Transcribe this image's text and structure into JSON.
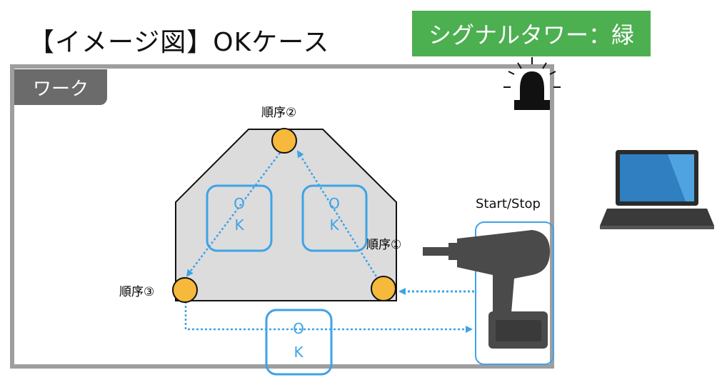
{
  "title": "【イメージ図】OKケース",
  "signal_tower": {
    "label": "シグナルタワー：緑",
    "color": "#4caf50"
  },
  "work": {
    "tag": "ワーク"
  },
  "points": [
    {
      "label": "順序②"
    },
    {
      "label": "順序①"
    },
    {
      "label": "順序③"
    }
  ],
  "ok_boxes": [
    {
      "line1": "O",
      "line2": "K"
    },
    {
      "line1": "O",
      "line2": "K"
    },
    {
      "line1": "O",
      "line2": "K"
    }
  ],
  "tool": {
    "label": "Start/Stop"
  },
  "colors": {
    "accent_blue": "#3ea3e6",
    "point_fill": "#f6b93b",
    "work_fill": "#dcdcdc",
    "tool_gray": "#4a4a4a"
  },
  "icons": [
    "signal-lamp-icon",
    "laptop-icon",
    "impact-driver-icon"
  ]
}
